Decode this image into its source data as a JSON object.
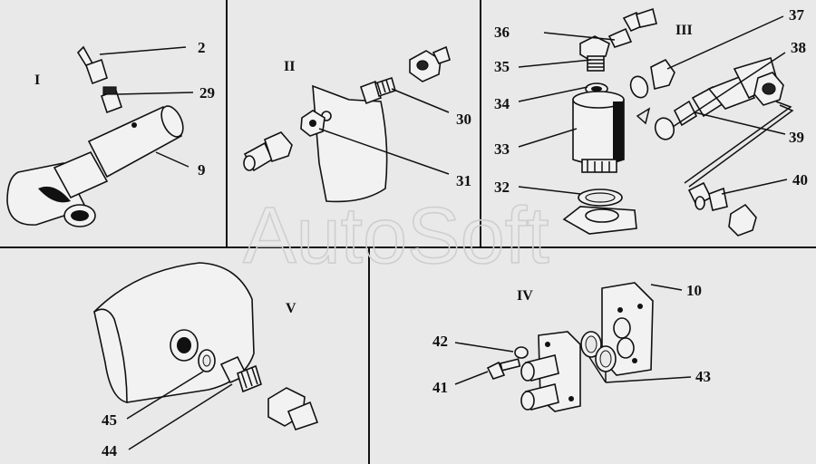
{
  "watermark": "AutoSoft",
  "panels": {
    "i": {
      "roman": "I",
      "callouts": [
        "2",
        "29",
        "9"
      ]
    },
    "ii": {
      "roman": "II",
      "callouts": [
        "30",
        "31"
      ]
    },
    "iii": {
      "roman": "III",
      "callouts": [
        "36",
        "35",
        "34",
        "33",
        "32",
        "37",
        "38",
        "39",
        "40"
      ]
    },
    "iv": {
      "roman": "IV",
      "callouts": [
        "10",
        "42",
        "41",
        "43"
      ]
    },
    "v": {
      "roman": "V",
      "callouts": [
        "45",
        "44"
      ]
    }
  }
}
